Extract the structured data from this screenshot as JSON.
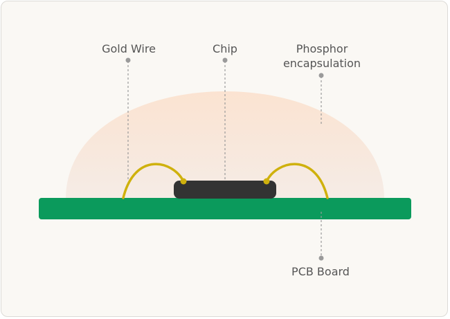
{
  "labels": {
    "gold_wire": "Gold Wire",
    "chip": "Chip",
    "phosphor_line1": "Phosphor",
    "phosphor_line2": "encapsulation",
    "pcb_board": "PCB Board"
  },
  "colors": {
    "background": "#faf8f4",
    "encapsulation": "#fae6d8",
    "pcb": "#0b9a5c",
    "chip": "#333333",
    "gold_wire": "#cfb10d",
    "leader": "#9a9a9a",
    "text": "#555555"
  }
}
